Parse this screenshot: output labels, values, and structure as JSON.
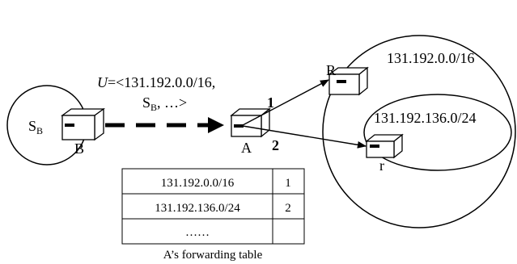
{
  "network": {
    "outer_prefix": "131.192.0.0/16",
    "inner_prefix": "131.192.136.0/24",
    "sb_label_main": "S",
    "sb_label_sub": "B"
  },
  "routers": {
    "b": "B",
    "a": "A",
    "big_r": "R",
    "small_r": "r"
  },
  "advertisement": {
    "u_var": "U",
    "line1_rest": "=<131.192.0.0/16,",
    "line2_s": "S",
    "line2_sub": "B",
    "line2_rest": ", …>"
  },
  "interfaces": {
    "one": "1",
    "two": "2"
  },
  "forwarding_table": {
    "caption": "A’s forwarding table",
    "rows": [
      {
        "prefix": "131.192.0.0/16",
        "interface": "1"
      },
      {
        "prefix": "131.192.136.0/24",
        "interface": "2"
      },
      {
        "prefix": "……",
        "interface": ""
      }
    ]
  }
}
